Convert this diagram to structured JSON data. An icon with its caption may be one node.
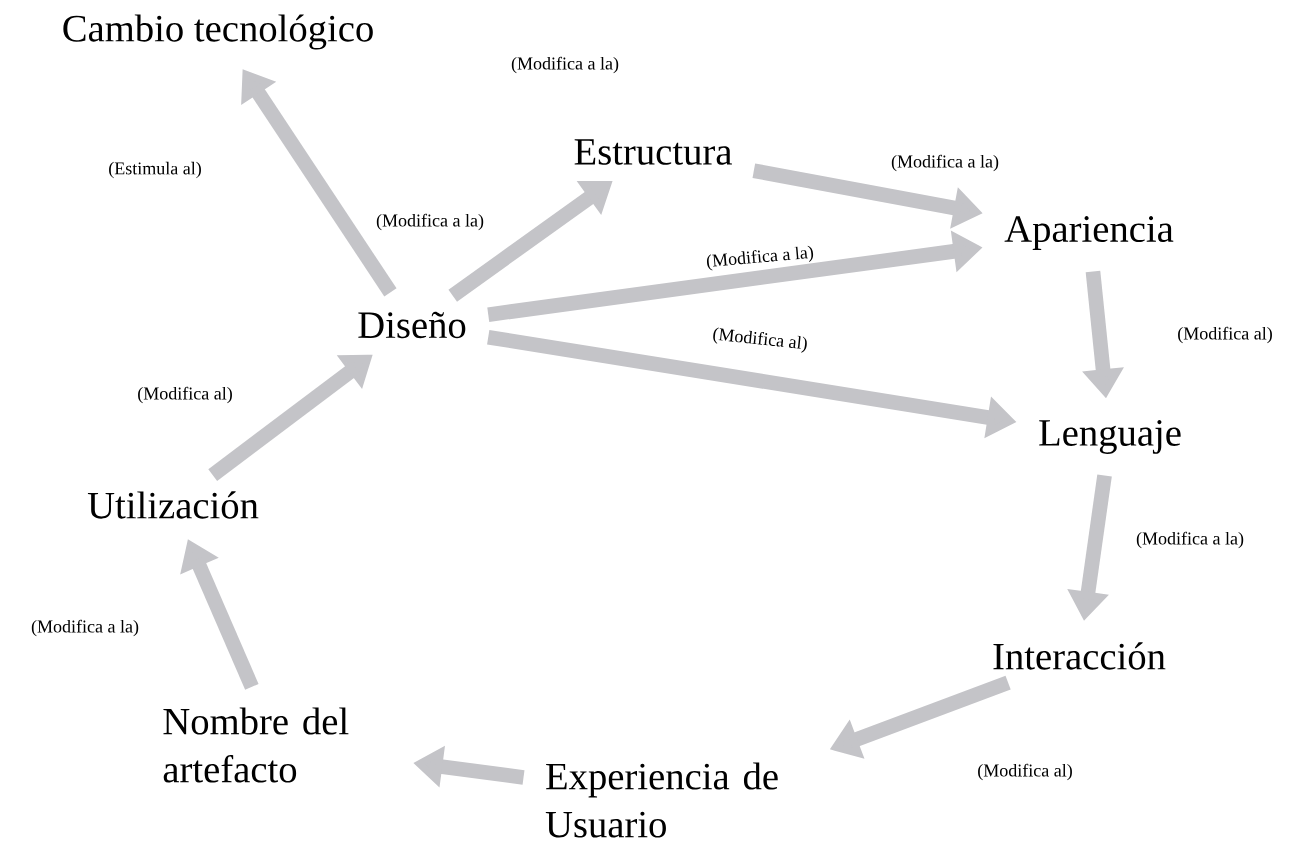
{
  "diagram": {
    "nodes": [
      {
        "text": [
          "Cambio tecnológico"
        ]
      },
      {
        "text": [
          "Estructura"
        ]
      },
      {
        "text": [
          "Apariencia"
        ]
      },
      {
        "text": [
          "Diseño"
        ]
      },
      {
        "text": [
          "Lenguaje"
        ]
      },
      {
        "text": [
          "Utilización"
        ]
      },
      {
        "text": [
          "Interacción"
        ]
      },
      {
        "text": [
          "Nombre del artefacto"
        ]
      },
      {
        "text": [
          "Experiencia de Usuario"
        ]
      }
    ],
    "edges": [
      {
        "from": 3,
        "to": 0,
        "arrow": "to",
        "label": "(Estimula al)"
      },
      {
        "from": 3,
        "to": 1,
        "arrow": "to",
        "label": "(Modifica a la)"
      },
      {
        "from": 1,
        "to": 2,
        "arrow": "to",
        "label": "(Modifica a la)"
      },
      {
        "from": 3,
        "to": 2,
        "arrow": "to",
        "label": "(Modifica a la)"
      },
      {
        "from": 3,
        "to": 4,
        "arrow": "to",
        "label": "(Modifica al)"
      },
      {
        "from": 2,
        "to": 4,
        "arrow": "to",
        "label": "(Modifica al)"
      },
      {
        "from": 4,
        "to": 6,
        "arrow": "to",
        "label": "(Modifica a la)"
      },
      {
        "from": 6,
        "to": 8,
        "arrow": "to",
        "label": "(Modifica al)"
      },
      {
        "from": 8,
        "to": 7,
        "arrow": "to"
      },
      {
        "from": 7,
        "to": 5,
        "arrow": "to",
        "label": "(Modifica a la)"
      },
      {
        "from": 5,
        "to": 3,
        "arrow": "to",
        "label": "(Modifica al)"
      }
    ],
    "labels": [
      "(Modifica a la)"
    ]
  }
}
